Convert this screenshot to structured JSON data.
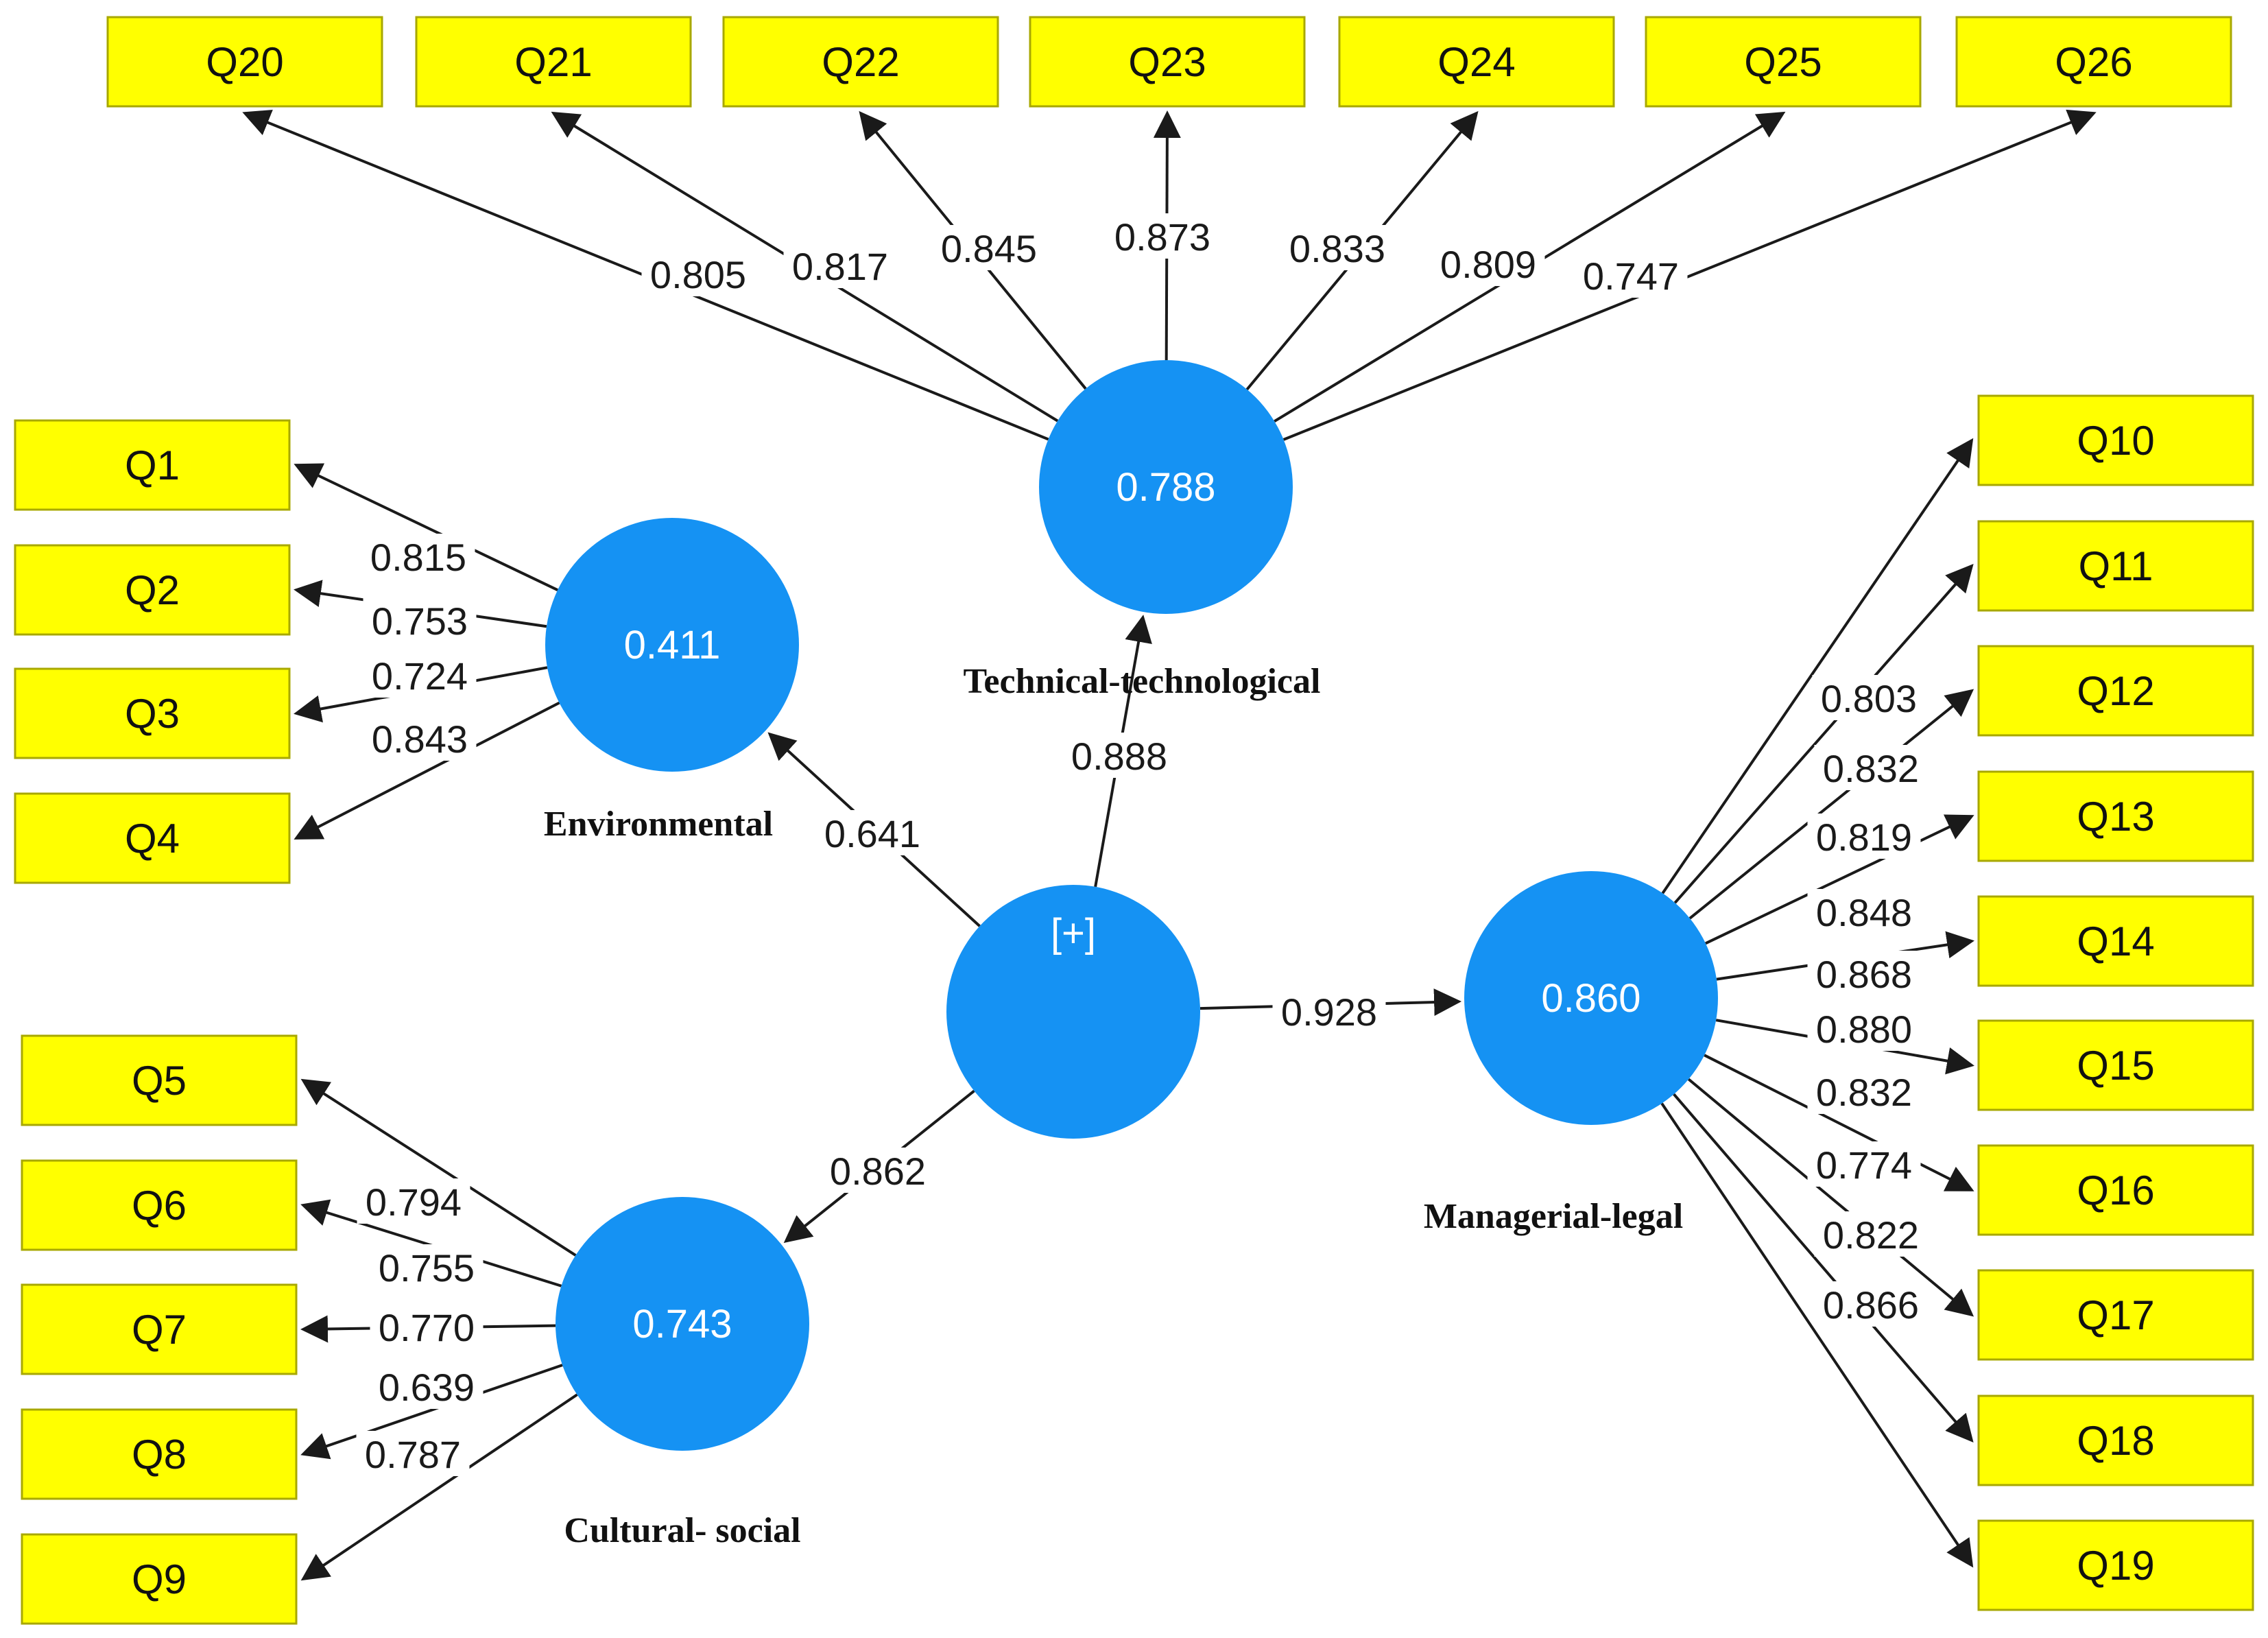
{
  "latent_variables": [
    {
      "id": "second_order",
      "value": "[+]",
      "name": ""
    },
    {
      "id": "technical",
      "value": "0.788",
      "name": "Technical-technological"
    },
    {
      "id": "environmental",
      "value": "0.411",
      "name": "Environmental"
    },
    {
      "id": "cultural",
      "value": "0.743",
      "name": "Cultural- social"
    },
    {
      "id": "managerial",
      "value": "0.860",
      "name": "Managerial-legal"
    }
  ],
  "indicators": [
    {
      "id": "Q1",
      "label": "Q1"
    },
    {
      "id": "Q2",
      "label": "Q2"
    },
    {
      "id": "Q3",
      "label": "Q3"
    },
    {
      "id": "Q4",
      "label": "Q4"
    },
    {
      "id": "Q5",
      "label": "Q5"
    },
    {
      "id": "Q6",
      "label": "Q6"
    },
    {
      "id": "Q7",
      "label": "Q7"
    },
    {
      "id": "Q8",
      "label": "Q8"
    },
    {
      "id": "Q9",
      "label": "Q9"
    },
    {
      "id": "Q10",
      "label": "Q10"
    },
    {
      "id": "Q11",
      "label": "Q11"
    },
    {
      "id": "Q12",
      "label": "Q12"
    },
    {
      "id": "Q13",
      "label": "Q13"
    },
    {
      "id": "Q14",
      "label": "Q14"
    },
    {
      "id": "Q15",
      "label": "Q15"
    },
    {
      "id": "Q16",
      "label": "Q16"
    },
    {
      "id": "Q17",
      "label": "Q17"
    },
    {
      "id": "Q18",
      "label": "Q18"
    },
    {
      "id": "Q19",
      "label": "Q19"
    },
    {
      "id": "Q20",
      "label": "Q20"
    },
    {
      "id": "Q21",
      "label": "Q21"
    },
    {
      "id": "Q22",
      "label": "Q22"
    },
    {
      "id": "Q23",
      "label": "Q23"
    },
    {
      "id": "Q24",
      "label": "Q24"
    },
    {
      "id": "Q25",
      "label": "Q25"
    },
    {
      "id": "Q26",
      "label": "Q26"
    }
  ],
  "paths": [
    {
      "from": "second_order",
      "to": "technical",
      "value": "0.888"
    },
    {
      "from": "second_order",
      "to": "environmental",
      "value": "0.641"
    },
    {
      "from": "second_order",
      "to": "cultural",
      "value": "0.862"
    },
    {
      "from": "second_order",
      "to": "managerial",
      "value": "0.928"
    }
  ],
  "loadings": [
    {
      "from": "environmental",
      "to": "Q1",
      "value": "0.815"
    },
    {
      "from": "environmental",
      "to": "Q2",
      "value": "0.753"
    },
    {
      "from": "environmental",
      "to": "Q3",
      "value": "0.724"
    },
    {
      "from": "environmental",
      "to": "Q4",
      "value": "0.843"
    },
    {
      "from": "cultural",
      "to": "Q5",
      "value": "0.794"
    },
    {
      "from": "cultural",
      "to": "Q6",
      "value": "0.755"
    },
    {
      "from": "cultural",
      "to": "Q7",
      "value": "0.770"
    },
    {
      "from": "cultural",
      "to": "Q8",
      "value": "0.639"
    },
    {
      "from": "cultural",
      "to": "Q9",
      "value": "0.787"
    },
    {
      "from": "managerial",
      "to": "Q10",
      "value": "0.803"
    },
    {
      "from": "managerial",
      "to": "Q11",
      "value": "0.832"
    },
    {
      "from": "managerial",
      "to": "Q12",
      "value": "0.819"
    },
    {
      "from": "managerial",
      "to": "Q13",
      "value": "0.848"
    },
    {
      "from": "managerial",
      "to": "Q14",
      "value": "0.868"
    },
    {
      "from": "managerial",
      "to": "Q15",
      "value": "0.880"
    },
    {
      "from": "managerial",
      "to": "Q16",
      "value": "0.832"
    },
    {
      "from": "managerial",
      "to": "Q17",
      "value": "0.774"
    },
    {
      "from": "managerial",
      "to": "Q18",
      "value": "0.822"
    },
    {
      "from": "managerial",
      "to": "Q19",
      "value": "0.866"
    },
    {
      "from": "technical",
      "to": "Q20",
      "value": "0.805"
    },
    {
      "from": "technical",
      "to": "Q21",
      "value": "0.817"
    },
    {
      "from": "technical",
      "to": "Q22",
      "value": "0.845"
    },
    {
      "from": "technical",
      "to": "Q23",
      "value": "0.873"
    },
    {
      "from": "technical",
      "to": "Q24",
      "value": "0.833"
    },
    {
      "from": "technical",
      "to": "Q25",
      "value": "0.809"
    },
    {
      "from": "technical",
      "to": "Q26",
      "value": "0.747"
    }
  ],
  "colors": {
    "indicator_fill": "#ffff00",
    "latent_fill": "#1592f3",
    "edge": "#1a1a1a"
  }
}
